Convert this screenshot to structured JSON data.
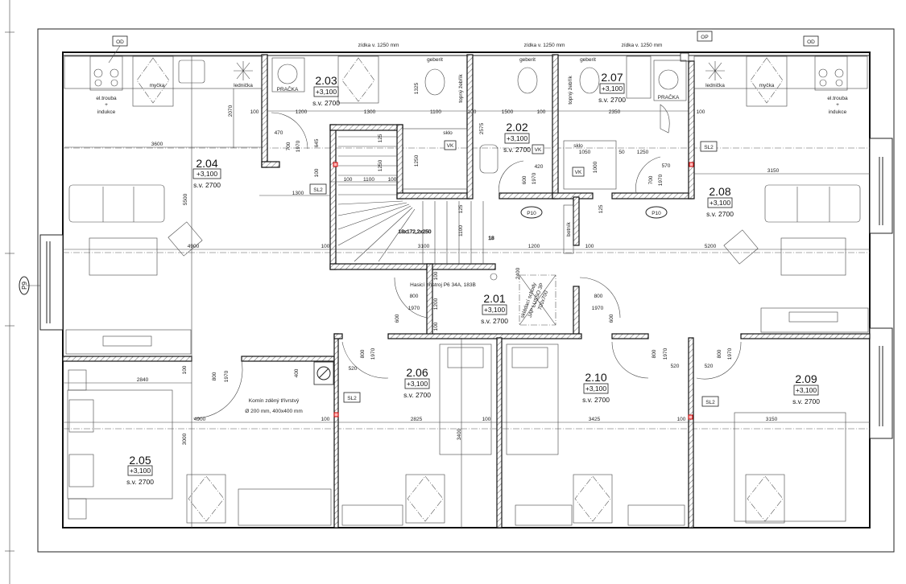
{
  "drawing": {
    "window_tag_left": "P9",
    "door_tags": [
      "P10",
      "P10"
    ],
    "tags": {
      "od_left": "OD",
      "od_right": "OD",
      "op": "OP"
    }
  },
  "rooms": [
    {
      "number": "2.04",
      "elevation": "+3,100",
      "height": "s.v. 2700"
    },
    {
      "number": "2.03",
      "elevation": "+3,100",
      "height": "s.v. 2700"
    },
    {
      "number": "2.02",
      "elevation": "+3,100",
      "height": "s.v. 2700"
    },
    {
      "number": "2.07",
      "elevation": "+3,100",
      "height": "s.v. 2700"
    },
    {
      "number": "2.08",
      "elevation": "+3,100",
      "height": "s.v. 2700"
    },
    {
      "number": "2.01",
      "elevation": "+3,100",
      "height": "s.v. 2700"
    },
    {
      "number": "2.06",
      "elevation": "+3,100",
      "height": "s.v. 2700"
    },
    {
      "number": "2.10",
      "elevation": "+3,100",
      "height": "s.v. 2700"
    },
    {
      "number": "2.09",
      "elevation": "+3,100",
      "height": "s.v. 2700"
    },
    {
      "number": "2.05",
      "elevation": "+3,100",
      "height": "s.v. 2700"
    }
  ],
  "notes": {
    "zidka": "zídka v. 1250 mm",
    "mycka": "myčka",
    "lednicka": "lednička",
    "trouba": "el.trouba",
    "plus": "+",
    "indukce": "indukce",
    "pracka": "PRAČKA",
    "geberit": "geberit",
    "zebrik": "topný žebřík",
    "sklo": "sklo",
    "vk": "VK",
    "sl2": "SL2",
    "stair": "18x172,2x250",
    "stair_steps": "18",
    "botnik": "botník",
    "hasici": "Hasicí přístroj P6 34A, 183B",
    "skladaci": "skládací schody",
    "jap": "JAP LUSSO 3P",
    "jap_size": "700x700",
    "komin1": "Komín zděný třívrstvý",
    "komin2": "Ø 200 mm, 400x400 mm"
  },
  "dims": {
    "upper_left": [
      "2070",
      "100",
      "1200",
      "1300",
      "1100",
      "1325",
      "3600",
      "470",
      "700",
      "1970",
      "645",
      "125",
      "1250",
      "100",
      "1300",
      "100",
      "1100",
      "100",
      "1250",
      "5500",
      "4900",
      "1100",
      "125",
      "3100",
      "100",
      "1200",
      "100",
      "5200"
    ],
    "upper_right": [
      "100",
      "1500",
      "100",
      "2575",
      "420",
      "600",
      "1970",
      "2350",
      "100",
      "1050",
      "1000",
      "50",
      "1250",
      "570",
      "700",
      "1970",
      "3150",
      "125"
    ],
    "corridor": [
      "2400",
      "100",
      "1200",
      "100",
      "800",
      "1970",
      "600",
      "800",
      "1970",
      "600"
    ],
    "lower": [
      "100",
      "2840",
      "800",
      "1970",
      "400",
      "4900",
      "100",
      "3000",
      "520",
      "800",
      "1970",
      "2825",
      "100",
      "3400",
      "800",
      "1970",
      "520",
      "520",
      "800",
      "1970",
      "3425",
      "100",
      "3150"
    ]
  }
}
